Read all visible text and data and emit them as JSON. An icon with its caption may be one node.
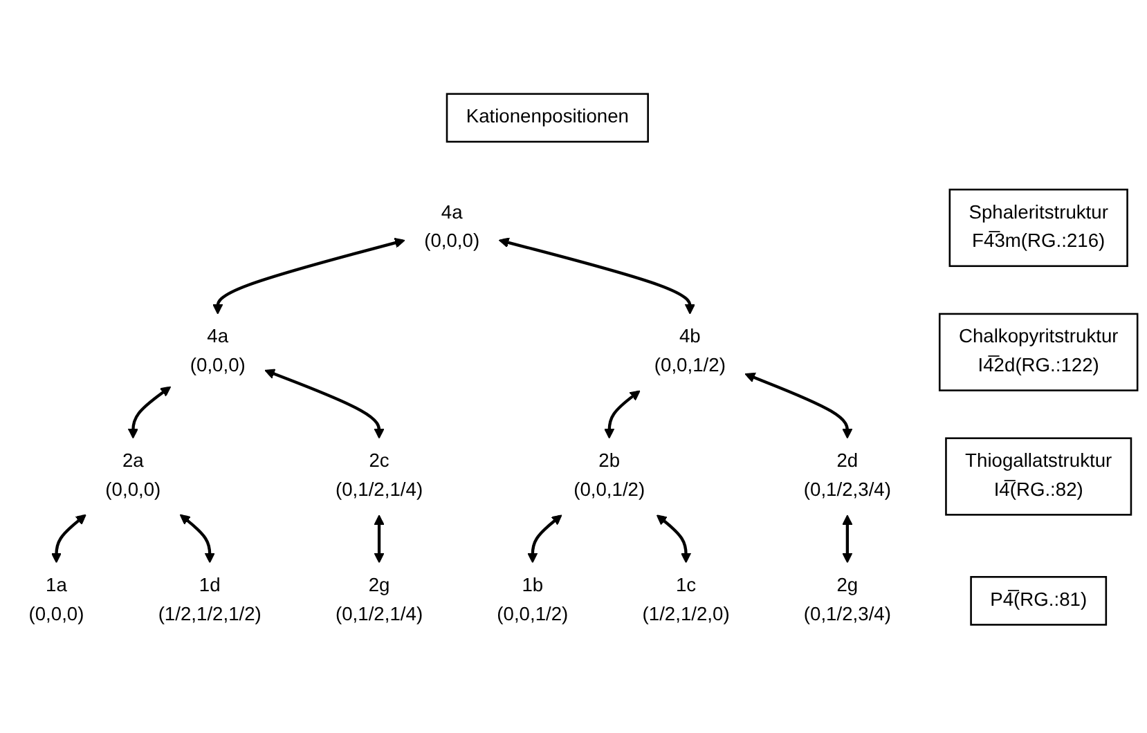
{
  "diagram": {
    "nodes": [
      {
        "text": [
          "Kationenpositionen"
        ]
      },
      {
        "text": [
          "Sphaleritstruktur",
          "F4̅3m(RG.:216)"
        ]
      },
      {
        "text": [
          "Chalkopyritstruktur",
          "I4̅2d(RG.:122)"
        ]
      },
      {
        "text": [
          "Thiogallatstruktur",
          "I4̅(RG.:82)"
        ]
      },
      {
        "text": [
          "P4̅(RG.:81)"
        ]
      },
      {
        "text": [
          "4a",
          "(0,0,0)"
        ]
      },
      {
        "text": [
          "4a",
          "(0,0,0)"
        ]
      },
      {
        "text": [
          "4b",
          "(0,0,1/2)"
        ]
      },
      {
        "text": [
          "2a",
          "(0,0,0)"
        ]
      },
      {
        "text": [
          "2c",
          "(0,1/2,1/4)"
        ]
      },
      {
        "text": [
          "2b",
          "(0,0,1/2)"
        ]
      },
      {
        "text": [
          "2d",
          "(0,1/2,3/4)"
        ]
      },
      {
        "text": [
          "1a",
          "(0,0,0)"
        ]
      },
      {
        "text": [
          "1d",
          "(1/2,1/2,1/2)"
        ]
      },
      {
        "text": [
          "2g",
          "(0,1/2,1/4)"
        ]
      },
      {
        "text": [
          "1b",
          "(0,0,1/2)"
        ]
      },
      {
        "text": [
          "1c",
          "(1/2,1/2,0)"
        ]
      },
      {
        "text": [
          "2g",
          "(0,1/2,3/4)"
        ]
      }
    ],
    "edges": [
      {
        "from": 5,
        "to": 6,
        "arrow": "both"
      },
      {
        "from": 5,
        "to": 7,
        "arrow": "both"
      },
      {
        "from": 6,
        "to": 8,
        "arrow": "both"
      },
      {
        "from": 6,
        "to": 9,
        "arrow": "both"
      },
      {
        "from": 7,
        "to": 10,
        "arrow": "both"
      },
      {
        "from": 7,
        "to": 11,
        "arrow": "both"
      },
      {
        "from": 8,
        "to": 12,
        "arrow": "both"
      },
      {
        "from": 8,
        "to": 13,
        "arrow": "both"
      },
      {
        "from": 9,
        "to": 14,
        "arrow": "both"
      },
      {
        "from": 10,
        "to": 15,
        "arrow": "both"
      },
      {
        "from": 10,
        "to": 16,
        "arrow": "both"
      },
      {
        "from": 11,
        "to": 17,
        "arrow": "both"
      }
    ]
  }
}
